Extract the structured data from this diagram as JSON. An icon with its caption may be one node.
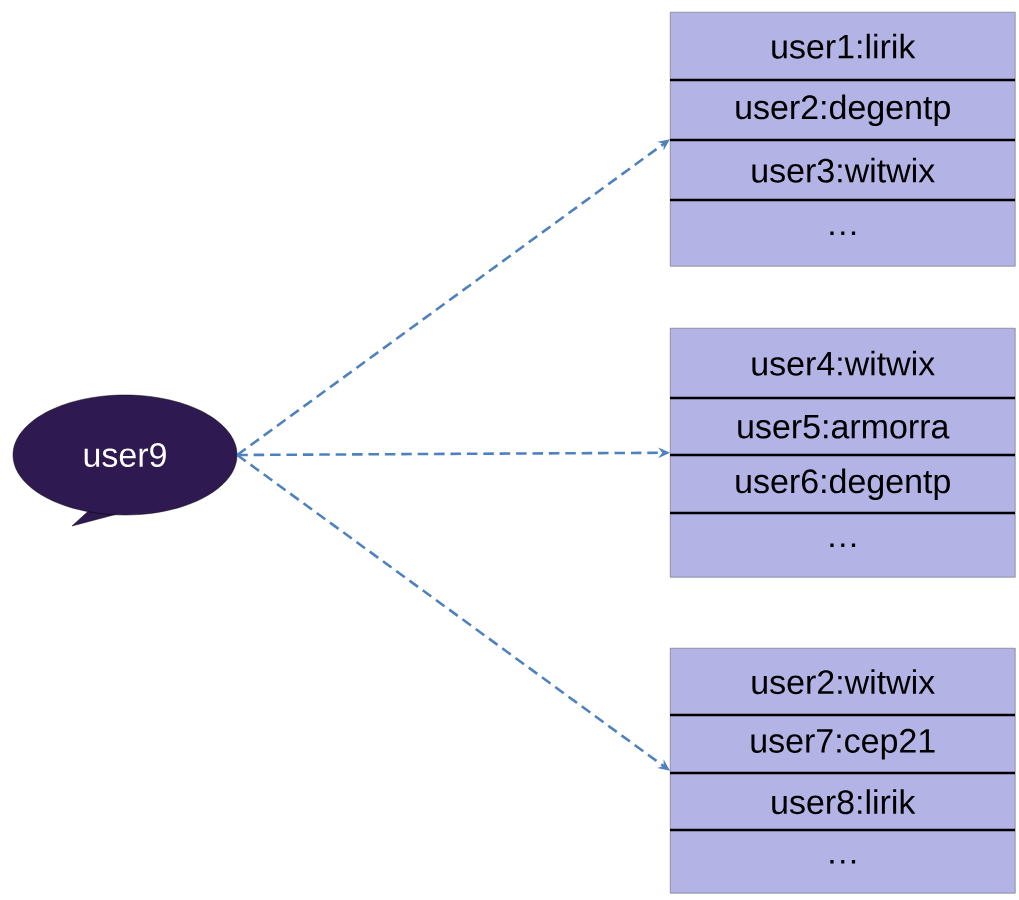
{
  "diagram": {
    "nodes": [
      {
        "text": [
          "user9"
        ]
      },
      {
        "text": [],
        "shape": "box"
      },
      {
        "text": [
          "user1:lirik"
        ],
        "in": 1
      },
      {
        "text": [
          "user2:degentp"
        ],
        "in": 1
      },
      {
        "text": [
          "user3:witwix"
        ],
        "in": 1
      },
      {
        "text": [
          "…"
        ],
        "in": 1
      },
      {
        "text": [],
        "shape": "box"
      },
      {
        "text": [
          "user4:witwix"
        ],
        "in": 6
      },
      {
        "text": [
          "user5:armorra"
        ],
        "in": 6
      },
      {
        "text": [
          "user6:degentp"
        ],
        "in": 6
      },
      {
        "text": [
          "…"
        ],
        "in": 6
      },
      {
        "text": [],
        "shape": "box"
      },
      {
        "text": [
          "user2:witwix"
        ],
        "in": 11
      },
      {
        "text": [
          "user7:cep21"
        ],
        "in": 11
      },
      {
        "text": [
          "user8:lirik"
        ],
        "in": 11
      },
      {
        "text": [
          "…"
        ],
        "in": 11
      }
    ],
    "edges": [
      {
        "from": 0,
        "to": 1,
        "arrow": "to",
        "style": "dashed"
      },
      {
        "from": 0,
        "to": 6,
        "arrow": "to",
        "style": "dashed"
      },
      {
        "from": 0,
        "to": 11,
        "arrow": "to",
        "style": "dashed"
      }
    ]
  }
}
